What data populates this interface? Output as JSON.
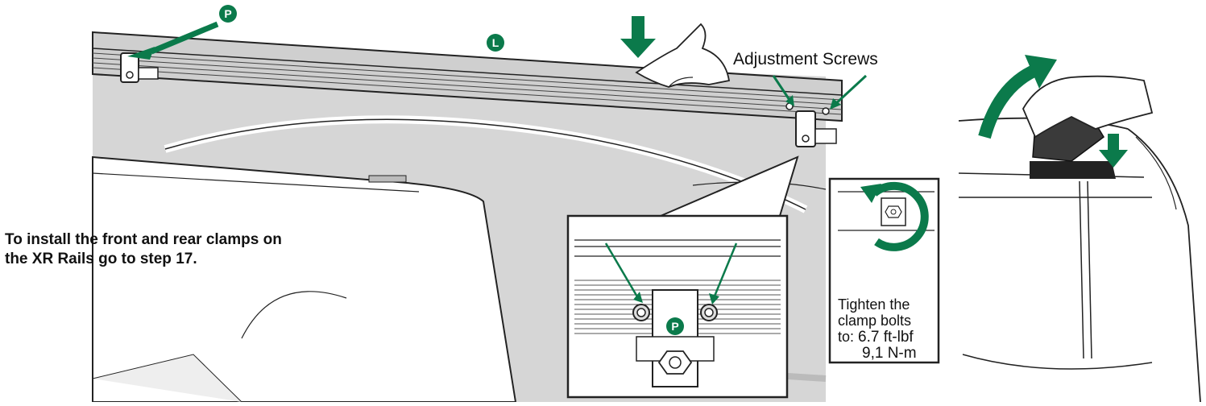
{
  "labels": {
    "instruction_line1": "To install the front and rear clamps on",
    "instruction_line2": "the XR Rails go to step 17.",
    "adjustment_screws": "Adjustment Screws",
    "torque_line1": "Tighten the",
    "torque_line2": "clamp bolts",
    "torque_to": "to:",
    "torque_value_imperial": "6.7 ft-lbf",
    "torque_value_metric": "9,1 N-m"
  },
  "badges": {
    "part_p": "P",
    "part_l": "L"
  },
  "colors": {
    "accent_green": "#0b7a4b",
    "vehicle_gray": "#d6d6d6",
    "line": "#222222"
  },
  "icons": [
    "down-arrow-icon",
    "hand-icon",
    "rotate-arrow-icon",
    "tighten-arrow-icon"
  ]
}
